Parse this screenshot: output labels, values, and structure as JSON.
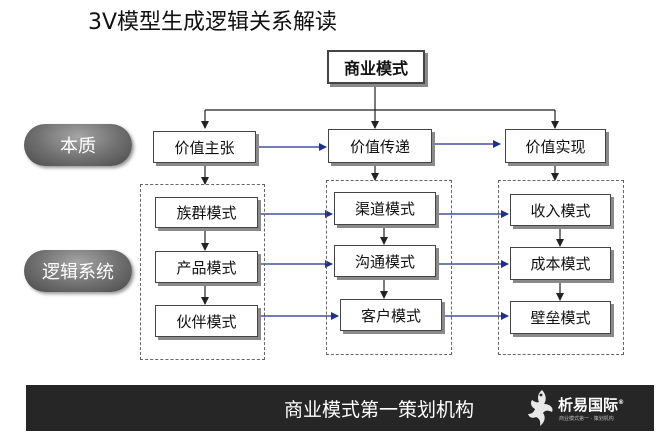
{
  "title": "3V模型生成逻辑关系解读",
  "root": "商业模式",
  "labels": {
    "essence": "本质",
    "logic": "逻辑系统"
  },
  "columns": [
    {
      "header": "价值主张",
      "items": [
        "族群模式",
        "产品模式",
        "伙伴模式"
      ]
    },
    {
      "header": "价值传递",
      "items": [
        "渠道模式",
        "沟通模式",
        "客户模式"
      ]
    },
    {
      "header": "价值实现",
      "items": [
        "收入模式",
        "成本模式",
        "壁垒模式"
      ]
    }
  ],
  "footer": {
    "tagline": "商业模式第一策划机构",
    "brand": "析易国际",
    "brand_mark": "®",
    "sub": "商业模式第一 · 策划机构",
    "background_color": "#262626"
  },
  "colors": {
    "arrow_dark": "#222222",
    "arrow_blue": "#1f2f8a",
    "pill_gray": "#6f6f6f"
  }
}
